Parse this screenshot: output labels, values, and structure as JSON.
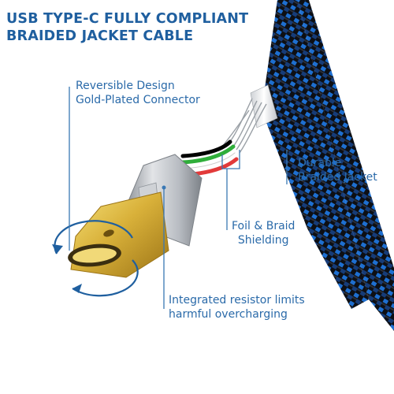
{
  "title": {
    "line1": "USB TYPE-C FULLY COMPLIANT",
    "line2": "BRAIDED JACKET CABLE"
  },
  "callouts": {
    "reversible": {
      "line1": "Reversible Design",
      "line2": "Gold-Plated Connector"
    },
    "jacket": {
      "line1": "Durable",
      "line2": "Braided Jacket"
    },
    "shielding": {
      "line1": "Foil & Braid",
      "line2": "Shielding"
    },
    "resistor": {
      "line1": "Integrated resistor limits",
      "line2": "harmful overcharging"
    }
  },
  "colors": {
    "title": "#1f5f9f",
    "label": "#2a6aa9",
    "leader": "#3a78b4",
    "braid_blue": "#1e6fd0",
    "braid_black": "#0d0f14",
    "gold": "#d9b13a",
    "metal": "#b8bcc2"
  },
  "icons": {
    "rotation": "rotation-arrow-icon"
  }
}
